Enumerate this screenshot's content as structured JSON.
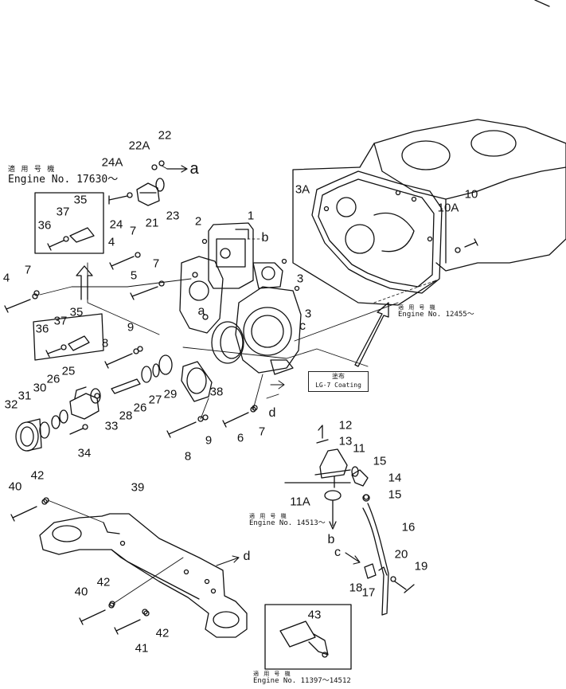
{
  "callouts": {
    "c1": "1",
    "c2": "2",
    "c3a": "3",
    "c3b": "3",
    "c3A": "3A",
    "c4a": "4",
    "c4b": "4",
    "c5": "5",
    "c6": "6",
    "c7a": "7",
    "c7b": "7",
    "c7c": "7",
    "c7d": "7",
    "c8a": "8",
    "c8b": "8",
    "c9a": "9",
    "c9b": "9",
    "c10": "10",
    "c10A": "10A",
    "c11": "11",
    "c11A": "11A",
    "c12": "12",
    "c13": "13",
    "c14": "14",
    "c15a": "15",
    "c15b": "15",
    "c16": "16",
    "c17": "17",
    "c18": "18",
    "c19": "19",
    "c20": "20",
    "c21": "21",
    "c22": "22",
    "c22A": "22A",
    "c23": "23",
    "c24": "24",
    "c24A": "24A",
    "c25": "25",
    "c26a": "26",
    "c26b": "26",
    "c27": "27",
    "c28": "28",
    "c29": "29",
    "c30": "30",
    "c31": "31",
    "c32": "32",
    "c33": "33",
    "c34": "34",
    "c35a": "35",
    "c35b": "35",
    "c36a": "36",
    "c36b": "36",
    "c37a": "37",
    "c37b": "37",
    "c38": "38",
    "c39": "39",
    "c40a": "40",
    "c40b": "40",
    "c41": "41",
    "c42a": "42",
    "c42b": "42",
    "c42c": "42",
    "c43": "43",
    "ref_a1": "a",
    "ref_a2": "a",
    "ref_b1": "b",
    "ref_b2": "b",
    "ref_c1": "c",
    "ref_c2": "c",
    "ref_d1": "d",
    "ref_d2": "d"
  },
  "notes": {
    "n17630_jp": "適 用 号 機",
    "n17630_en": "Engine No. 17630～",
    "n12455_jp": "適 用 号 機",
    "n12455_en": "Engine No. 12455～",
    "n14513_jp": "適 用 号 機",
    "n14513_en": "Engine No. 14513～",
    "n11397_jp": "適 用 号 機",
    "n11397_en": "Engine No. 11397～14512",
    "lg7_jp": "塗布",
    "lg7_en": "LG-7 Coating"
  }
}
